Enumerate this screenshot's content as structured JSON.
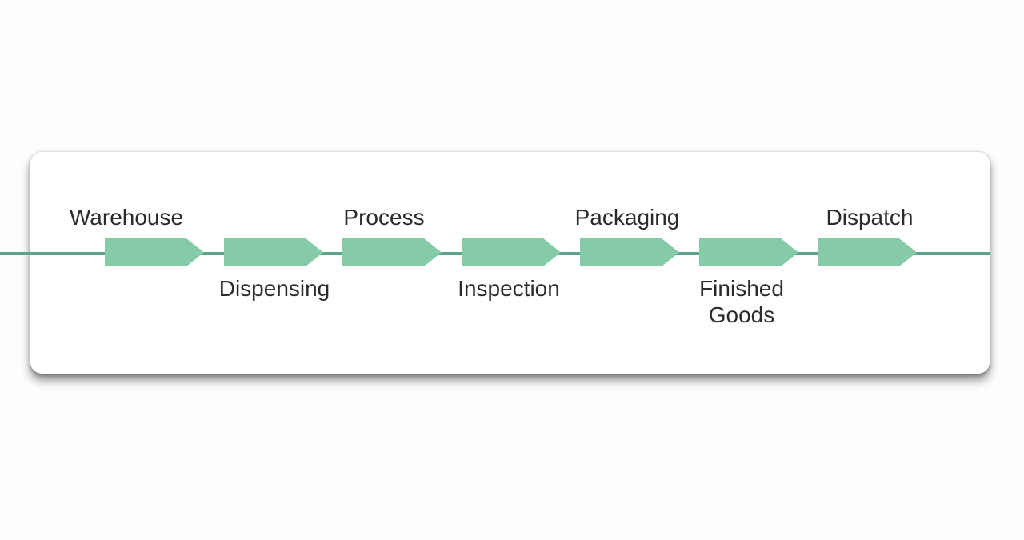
{
  "diagram": {
    "colors": {
      "step_fill": "#86cba8",
      "line": "#5aa487",
      "text": "#2b2b2b"
    },
    "steps": [
      {
        "label": "Warehouse",
        "position": "above"
      },
      {
        "label": "Dispensing",
        "position": "below"
      },
      {
        "label": "Process",
        "position": "above"
      },
      {
        "label": "Inspection",
        "position": "below"
      },
      {
        "label": "Packaging",
        "position": "above"
      },
      {
        "label": "Finished\nGoods",
        "position": "below"
      },
      {
        "label": "Dispatch",
        "position": "above"
      }
    ]
  }
}
